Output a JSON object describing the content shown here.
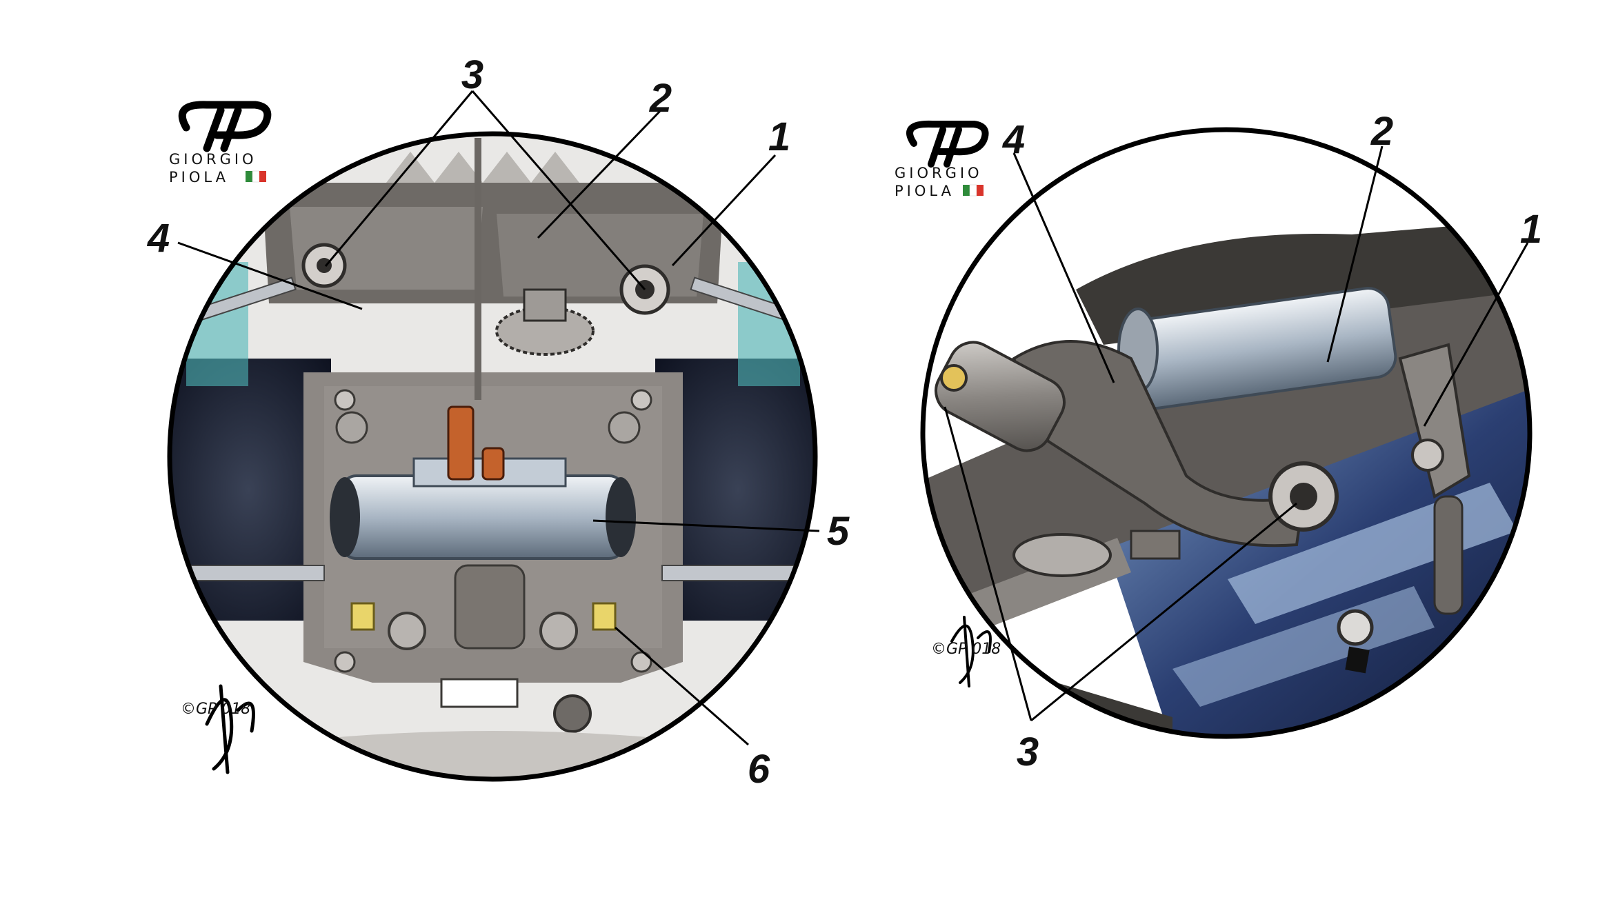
{
  "left_diagram": {
    "logo": {
      "line1": "GIORGIO",
      "line2": "PIOLA"
    },
    "callouts": {
      "c1": "1",
      "c2": "2",
      "c3": "3",
      "c4": "4",
      "c5": "5",
      "c6": "6"
    },
    "signature": "©GP 018"
  },
  "right_diagram": {
    "logo": {
      "line1": "GIORGIO",
      "line2": "PIOLA"
    },
    "callouts": {
      "c1": "1",
      "c2": "2",
      "c3": "3",
      "c4": "4"
    },
    "signature": "©GP 018"
  },
  "colors": {
    "flag_green": "#2e8b3a",
    "flag_white": "#ffffff",
    "flag_red": "#d9342b",
    "metal": "#7d7a77",
    "carbon": "#5e5a57",
    "blue_bodywork": "#1d2c55",
    "accent_teal": "#4fb6b8",
    "copper": "#c4622c"
  }
}
